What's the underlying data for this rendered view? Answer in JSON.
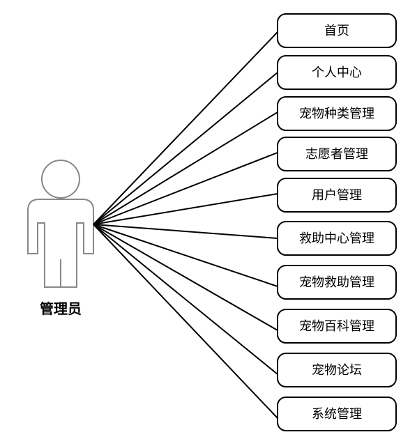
{
  "actor": {
    "label": "管理员"
  },
  "use_cases": [
    {
      "label": "首页"
    },
    {
      "label": "个人中心"
    },
    {
      "label": "宠物种类管理"
    },
    {
      "label": "志愿者管理"
    },
    {
      "label": "用户管理"
    },
    {
      "label": "救助中心管理"
    },
    {
      "label": "宠物救助管理"
    },
    {
      "label": "宠物百科管理"
    },
    {
      "label": "宠物论坛"
    },
    {
      "label": "系统管理"
    }
  ],
  "colors": {
    "stroke": "#000000",
    "actor_stroke": "#888888",
    "background": "#ffffff"
  }
}
